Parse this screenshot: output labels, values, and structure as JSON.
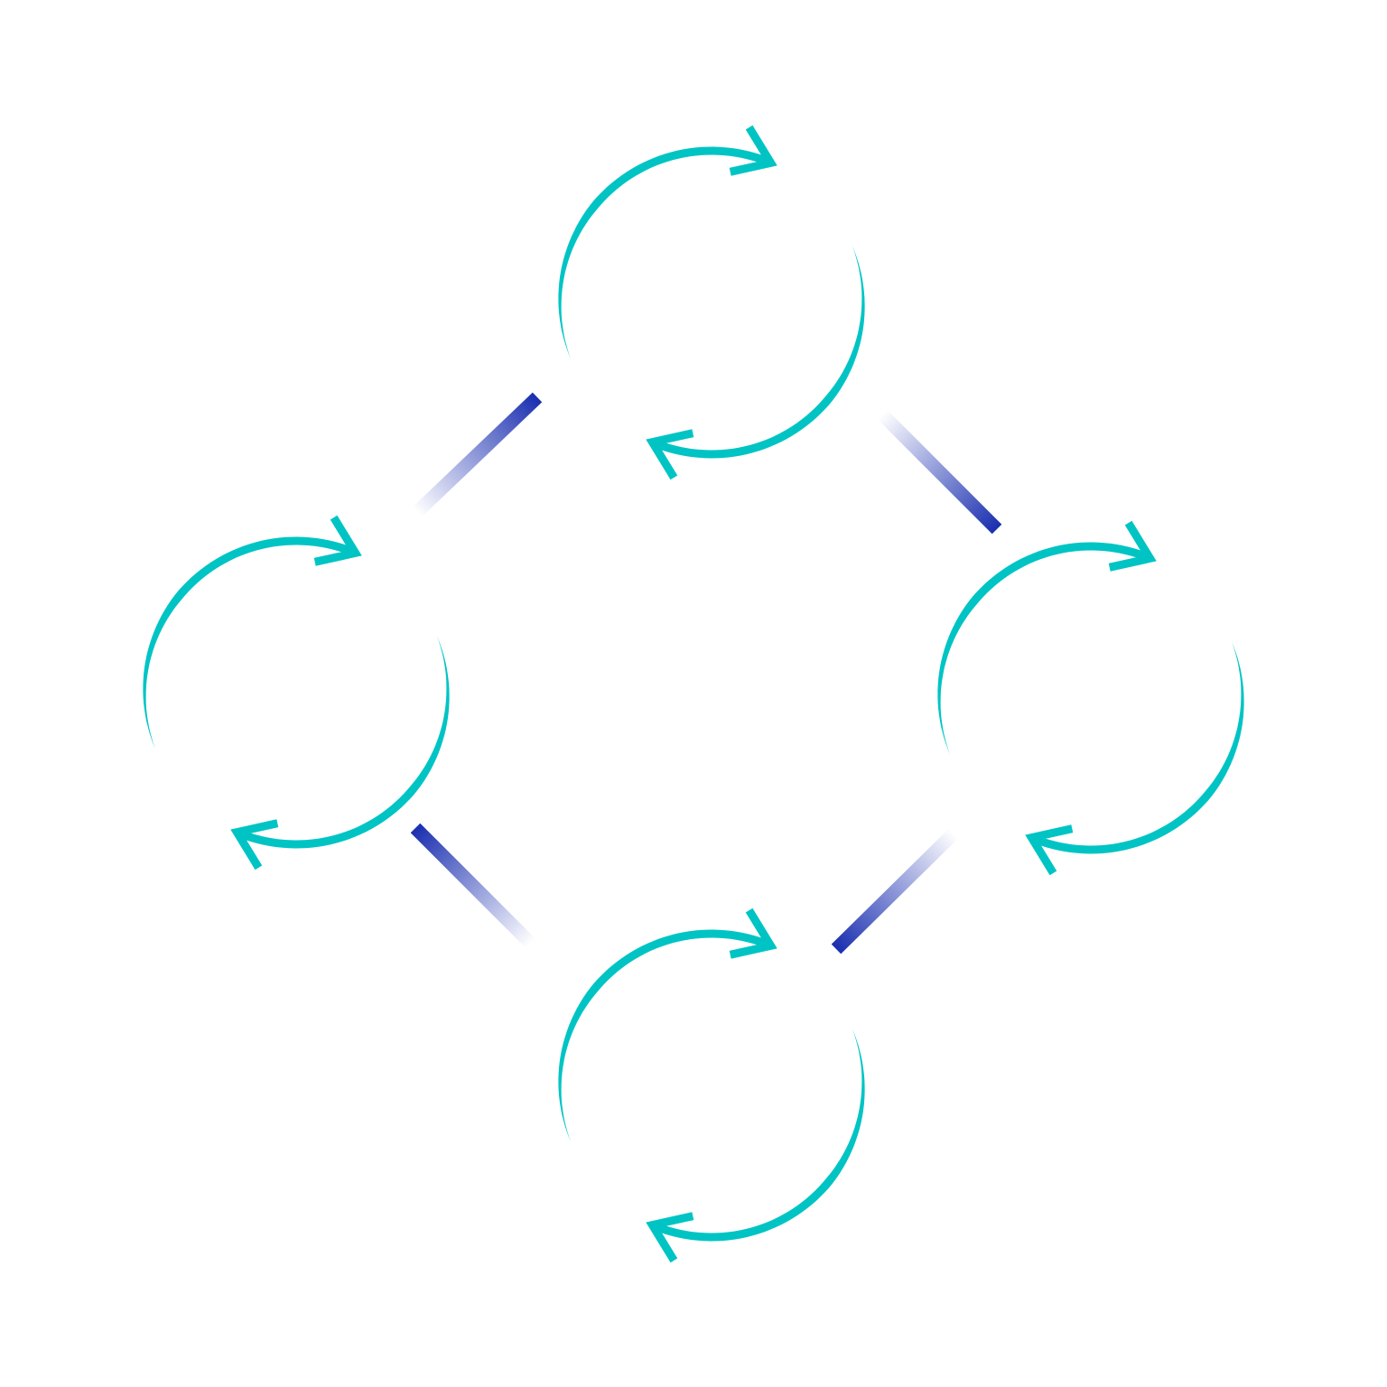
{
  "diagram": {
    "type": "cycle-network",
    "node_icon": "refresh-cycle-icon",
    "connector_icon": "gradient-link",
    "colors": {
      "background": "#ffffff",
      "cycle_arrow": "#00c4c4",
      "connector": "#1a2fb0"
    },
    "nodes": [
      {
        "id": "top"
      },
      {
        "id": "left"
      },
      {
        "id": "right"
      },
      {
        "id": "bottom"
      }
    ],
    "connectors": [
      {
        "id": "link-top-left",
        "from": "top",
        "to": "left"
      },
      {
        "id": "link-top-right",
        "from": "top",
        "to": "right"
      },
      {
        "id": "link-left-bottom",
        "from": "left",
        "to": "bottom"
      },
      {
        "id": "link-right-bottom",
        "from": "right",
        "to": "bottom"
      }
    ]
  }
}
